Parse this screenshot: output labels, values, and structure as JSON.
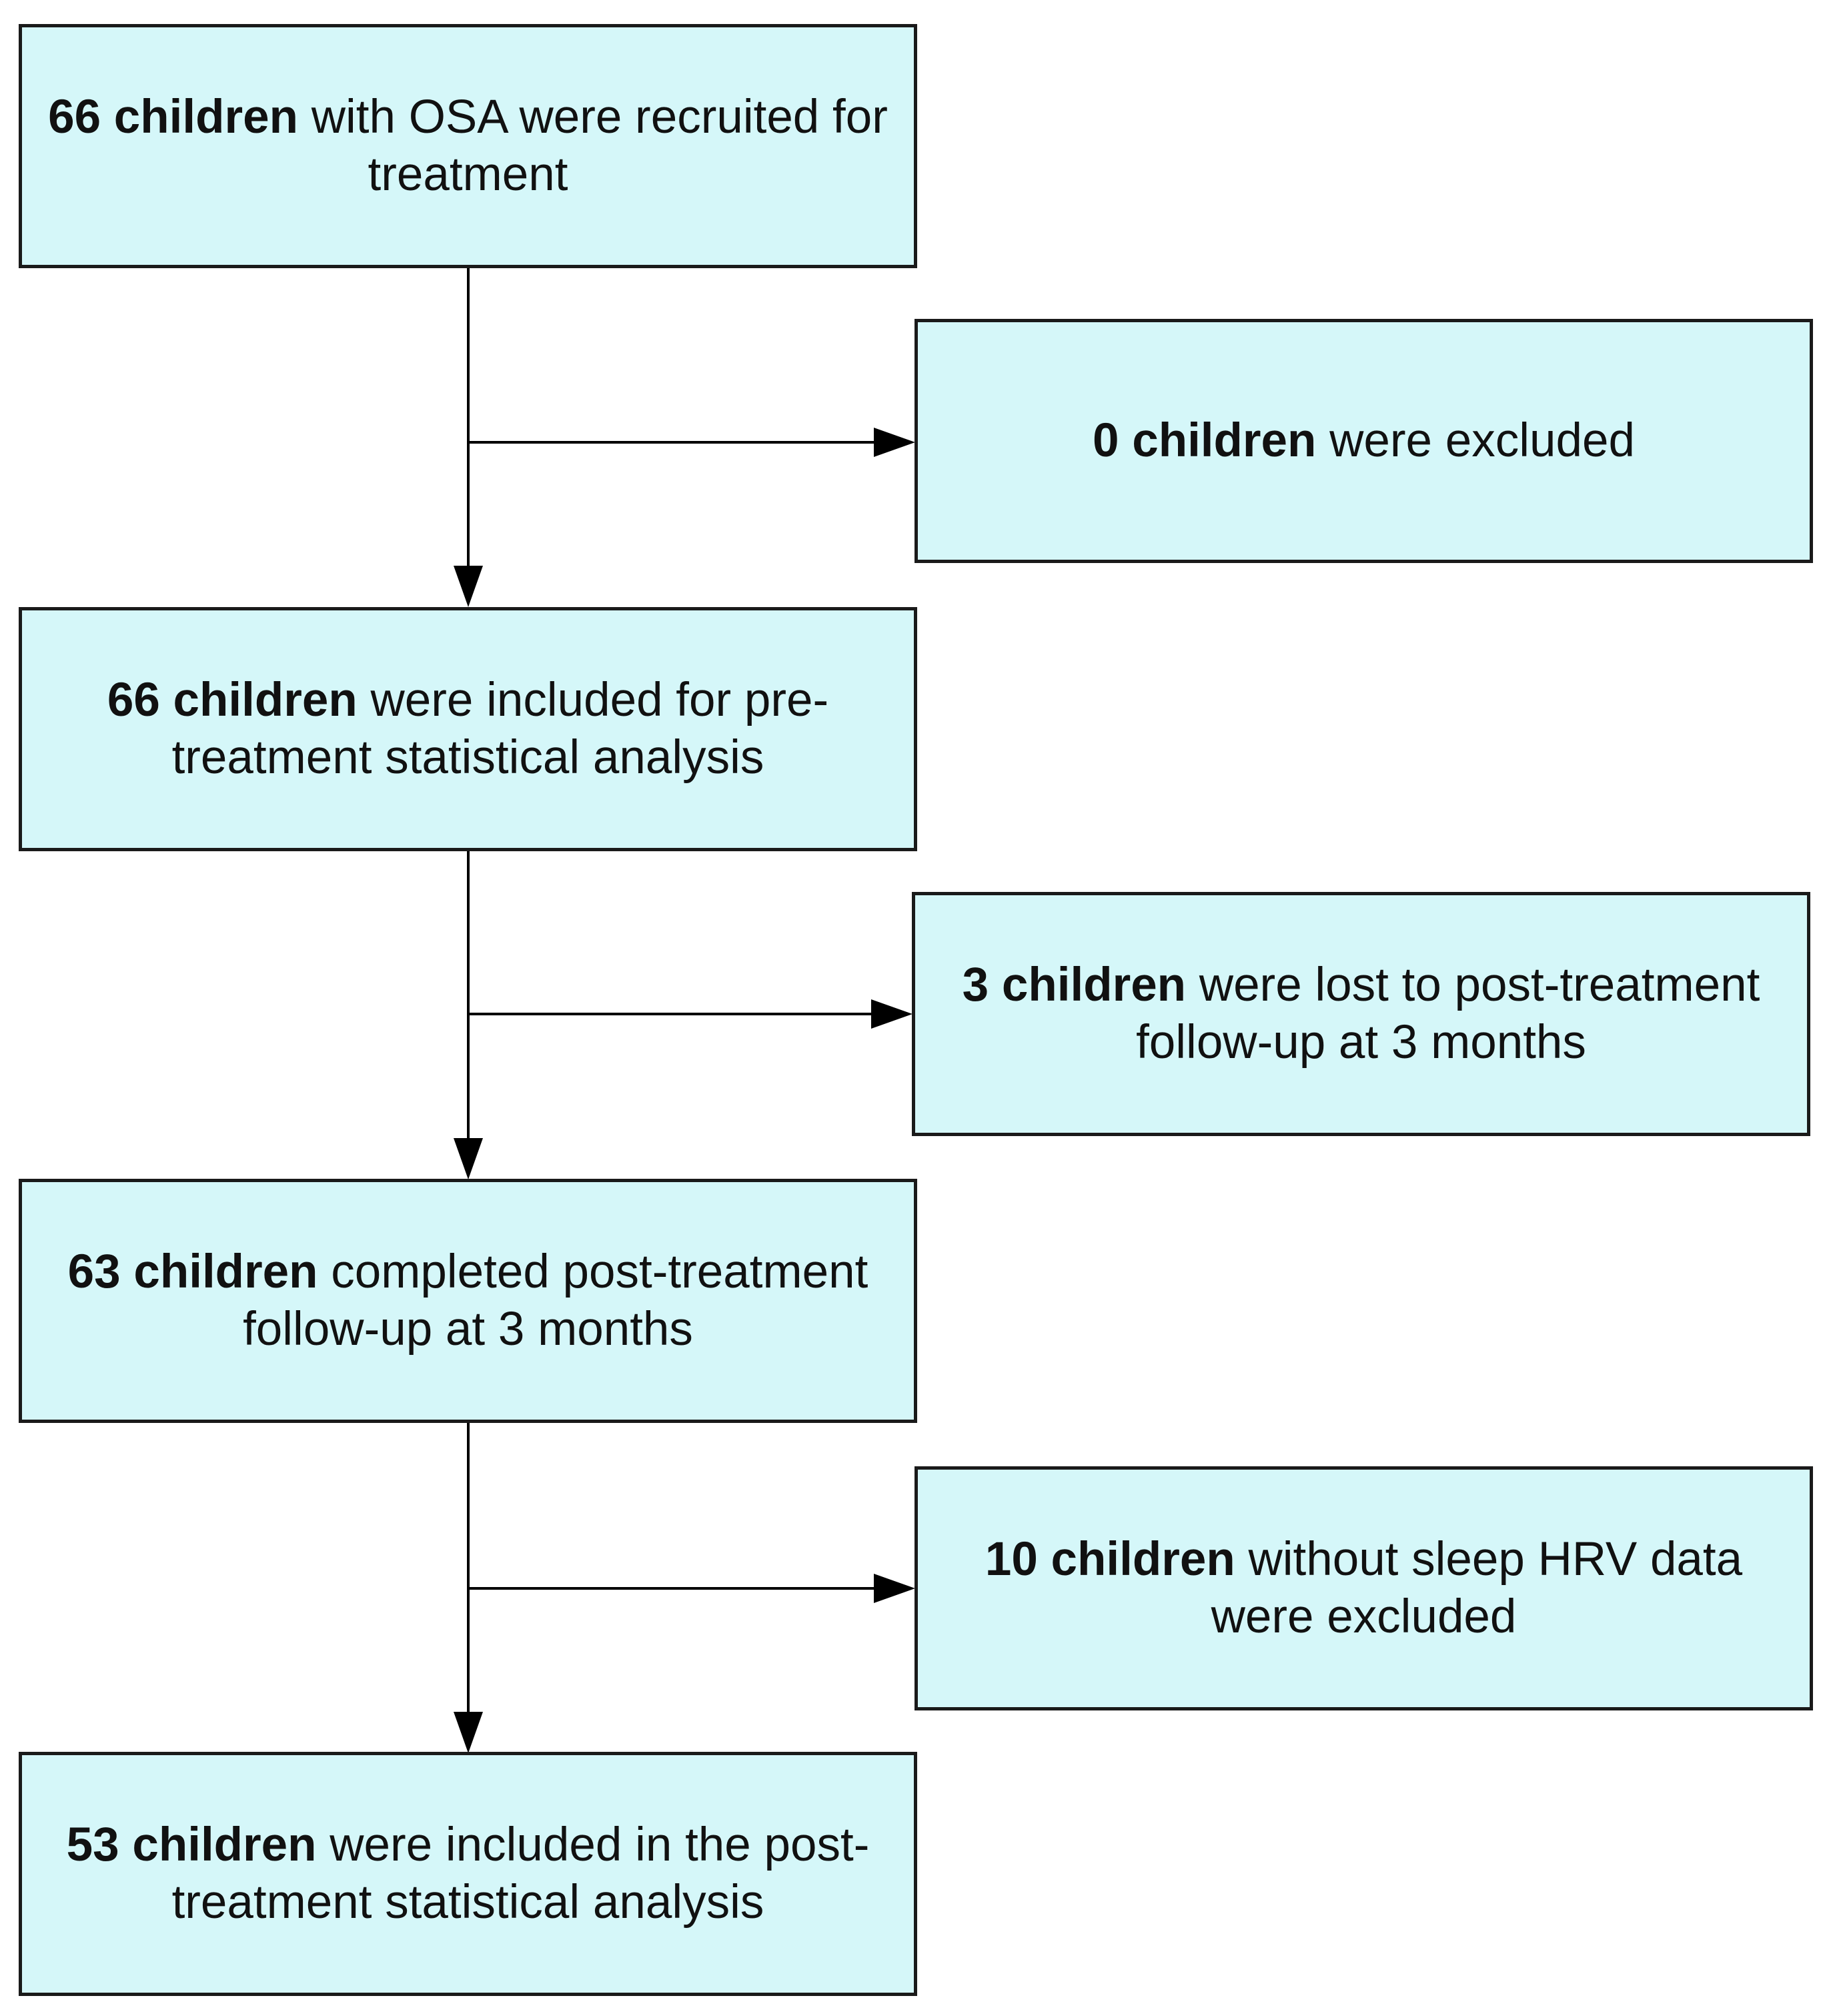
{
  "colors": {
    "box_fill": "#d5f7f9",
    "box_border": "#1a1a1a",
    "connector": "#000000",
    "text": "#111111"
  },
  "boxes": {
    "recruited": {
      "bold": "66 children",
      "text": " with OSA were recruited for treatment"
    },
    "excluded_initial": {
      "bold": "0 children",
      "text": " were excluded"
    },
    "included_pre": {
      "bold": "66 children",
      "text": " were included for pre-treatment statistical analysis"
    },
    "lost_followup": {
      "bold": "3 children",
      "text": " were lost to post-treatment follow-up at 3 months"
    },
    "completed_followup": {
      "bold": "63 children",
      "text": " completed post-treatment follow-up at 3 months"
    },
    "excluded_hrv": {
      "bold": "10 children",
      "text": " without sleep HRV data were excluded"
    },
    "included_post": {
      "bold": "53 children",
      "text": " were included in the post-treatment statistical analysis"
    }
  }
}
